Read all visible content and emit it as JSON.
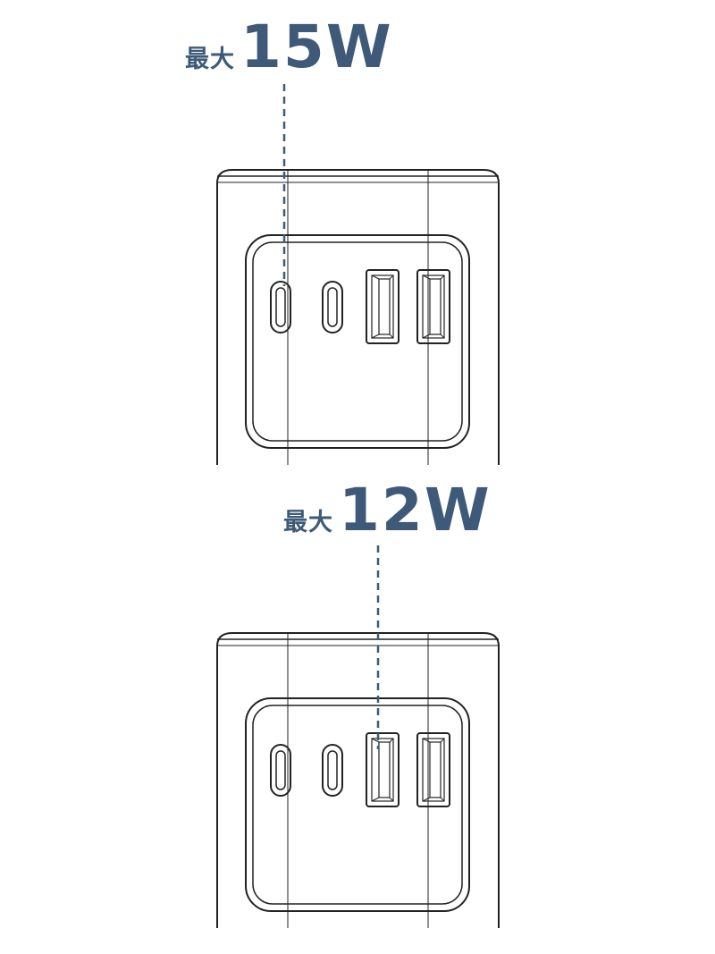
{
  "panels": [
    {
      "id": "top",
      "prefix": "最大",
      "value": "15W",
      "highlighted_port": "usb-c-1",
      "colors": {
        "label": "#3e5a78",
        "leader": "#3e5a78",
        "outline": "#222222"
      }
    },
    {
      "id": "bottom",
      "prefix": "最大",
      "value": "12W",
      "highlighted_port": "usb-a-1",
      "colors": {
        "label": "#3e5a78",
        "leader": "#3e5a78",
        "outline": "#222222"
      }
    }
  ]
}
